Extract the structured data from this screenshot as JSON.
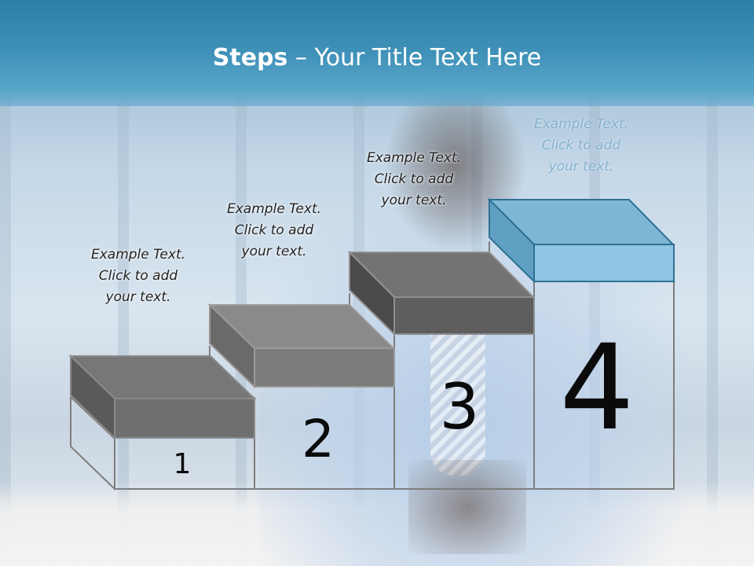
{
  "slide": {
    "title_bold": "Steps",
    "title_rest": " – Your Title Text Here"
  },
  "steps": [
    {
      "number": "1",
      "text": "Example Text.\nClick  to add\nyour text.",
      "color": "#6f6f6f"
    },
    {
      "number": "2",
      "text": "Example Text.\nClick  to add\nyour text.",
      "color": "#7b7b7b"
    },
    {
      "number": "3",
      "text": "Example Text.\nClick  to add\nyour text.",
      "color": "#5e5e5e"
    },
    {
      "number": "4",
      "text": "Example Text.\nClick  to add\nyour text.",
      "color": "#8fc6e3"
    }
  ],
  "colors": {
    "header": "#3f91b8",
    "outline": "#7d7d7d",
    "highlight_front": "#8fc6e3",
    "highlight_top": "#7db7d6",
    "highlight_side": "#5f9fc1"
  }
}
